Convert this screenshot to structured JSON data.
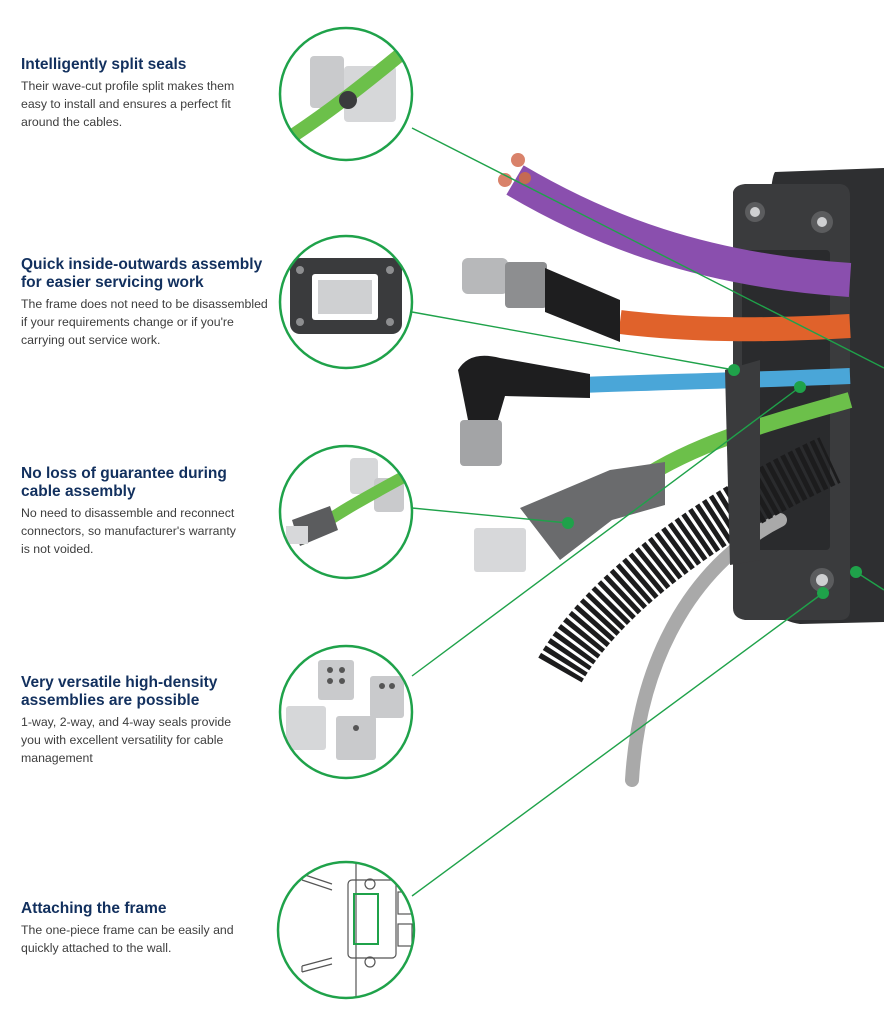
{
  "colors": {
    "heading": "#12305e",
    "body_text": "#3d3d3d",
    "accent_green": "#1fa24a",
    "cable_purple": "#8a4fae",
    "cable_orange": "#e0622b",
    "cable_blue": "#4aa6d8",
    "cable_green": "#6cc04a",
    "cable_grey": "#a9a9a9",
    "frame_black": "#333436"
  },
  "features": [
    {
      "title": "Intelligently split seals",
      "lines": [
        "Their wave-cut profile split makes them",
        "easy to install and ensures a perfect fit",
        "around the cables."
      ]
    },
    {
      "title": "Quick inside-outwards assembly for easier servicing work",
      "title_lines": [
        "Quick inside-outwards assembly",
        "for easier servicing work"
      ],
      "lines": [
        "The frame does not need to be disassembled",
        "if your requirements change or if you're",
        "carrying out service work."
      ]
    },
    {
      "title": "No loss of guarantee during cable assembly",
      "title_lines": [
        "No loss of guarantee during",
        "cable assembly"
      ],
      "lines": [
        "No need to disassemble and reconnect",
        "connectors, so manufacturer's warranty",
        "is not voided."
      ]
    },
    {
      "title": "Very versatile high-density assemblies are possible",
      "title_lines": [
        "Very versatile high-density",
        "assemblies are possible"
      ],
      "lines": [
        "1-way, 2-way, and 4-way seals provide",
        "you with excellent versatility for cable",
        "management"
      ]
    },
    {
      "title": "Attaching the frame",
      "lines": [
        "The one-piece frame can be easily and",
        "quickly attached to the wall."
      ]
    }
  ],
  "icons": [
    "split-seal-detail",
    "frame-detail",
    "connector-seal-detail",
    "seal-blocks-detail",
    "wall-mount-detail"
  ]
}
